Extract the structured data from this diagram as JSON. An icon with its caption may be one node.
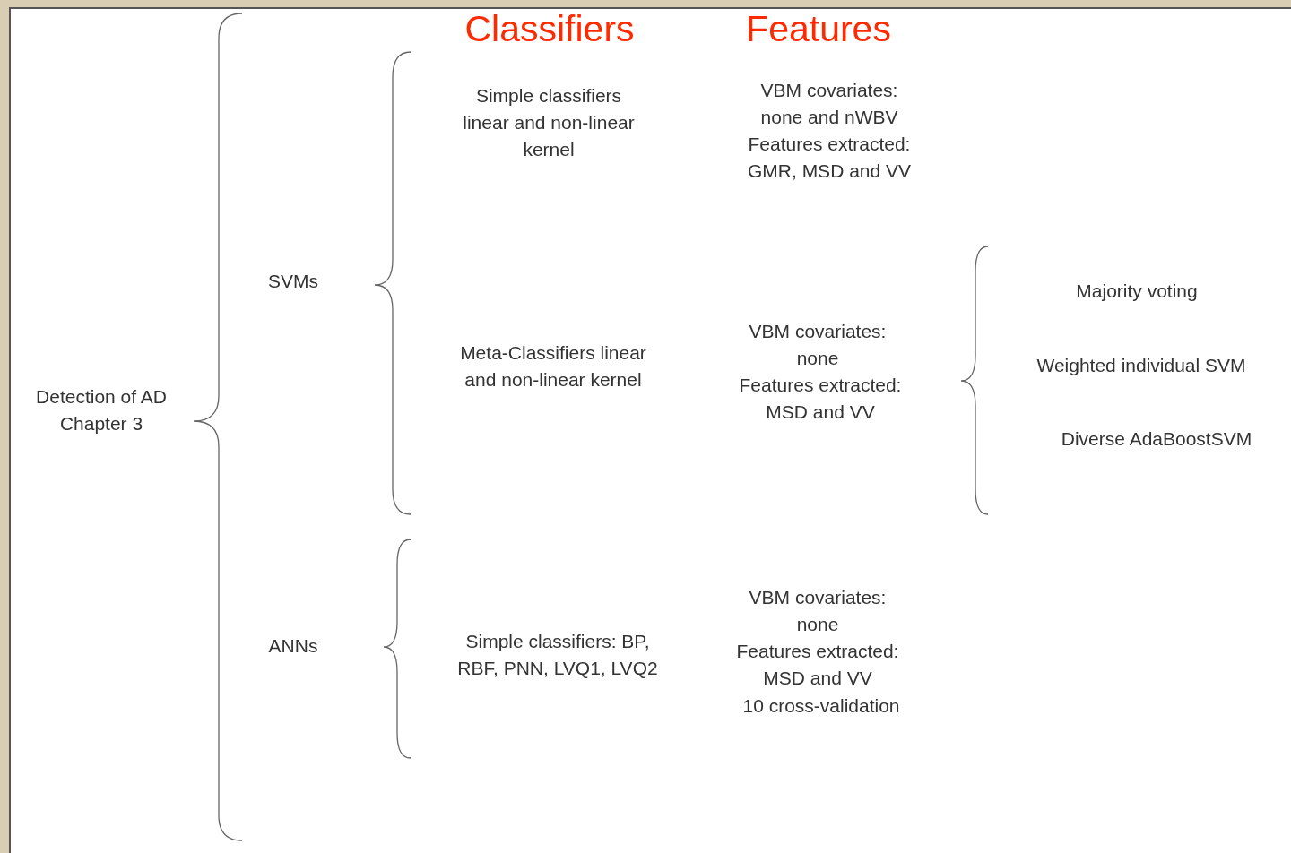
{
  "diagram": {
    "labels": [
      "Classifiers",
      "Features",
      "Detection of AD Chapter 3",
      "SVMs",
      "ANNs",
      "Simple classifiers linear and non-linear kernel",
      "VBM covariates: none and nWBV",
      "Features extracted: GMR, MSD and VV",
      "Majority voting",
      "Meta-Classifiers linear and non-linear kernel",
      "VBM covariates: none",
      "Features extracted: MSD and VV",
      "Weighted individual SVM",
      "Diverse AdaBoostSVM",
      "Simple classifiers: BP, RBF, PNN, LVQ1, LVQ2",
      "VBM covariates: none",
      "Features extracted: MSD and VV",
      "10 cross-validation"
    ]
  }
}
